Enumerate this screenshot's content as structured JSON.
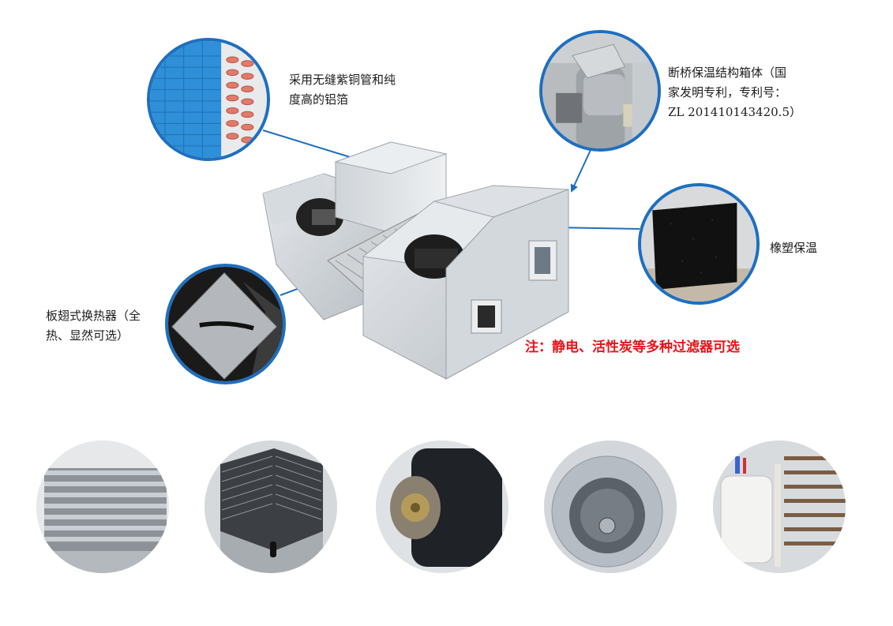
{
  "features": {
    "coil": {
      "icon": "copper-coil-closeup",
      "lines": [
        "采用无缝紫铜管和纯",
        "度高的铝箔"
      ]
    },
    "cabinet": {
      "icon": "cabinet-corner-closeup",
      "lines": [
        "断桥保温结构箱体（国",
        "家发明专利，专利号：",
        "ZL 201410143420.5）"
      ]
    },
    "insulation": {
      "icon": "rubber-foam-closeup",
      "lines": [
        "橡塑保温"
      ]
    },
    "exchanger": {
      "icon": "plate-heat-exchanger-closeup",
      "lines": [
        "板翅式换热器（全",
        "热、显然可选）"
      ]
    }
  },
  "note": "注：静电、活性炭等多种过滤器可选",
  "product": {
    "icon": "ventilation-unit"
  },
  "gallery": [
    {
      "name": "fan-impeller-grille"
    },
    {
      "name": "heat-exchanger-core"
    },
    {
      "name": "fan-motor-housing"
    },
    {
      "name": "centrifugal-fan-wheel"
    },
    {
      "name": "humidifier-and-coil"
    }
  ],
  "colors": {
    "accent_blue": "#1e6fc0",
    "note_red": "#e8141a"
  }
}
